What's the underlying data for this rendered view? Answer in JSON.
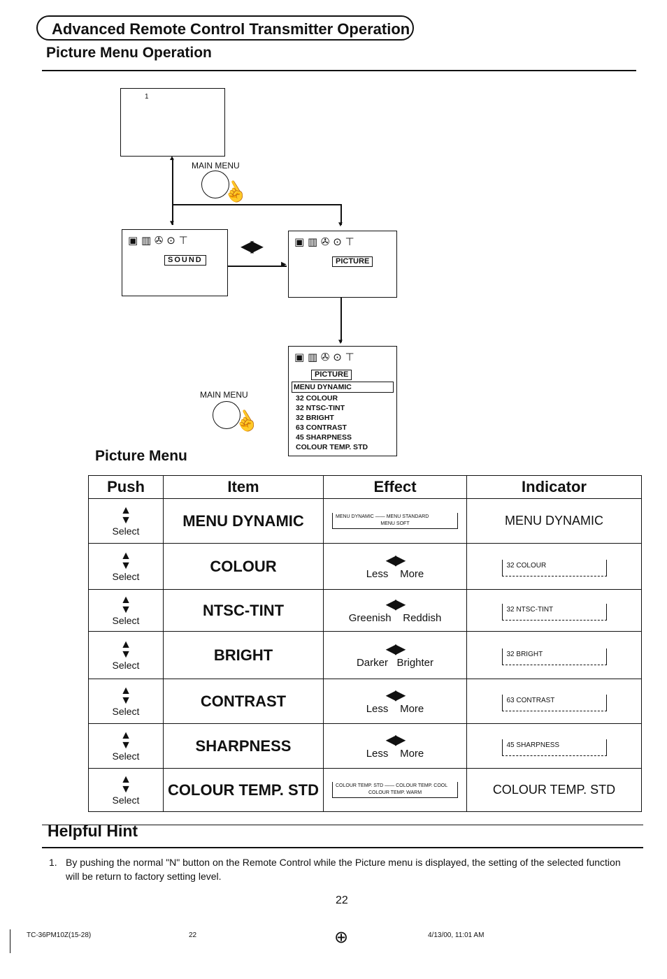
{
  "header": {
    "title": "Advanced Remote Control Transmitter Operation",
    "subtitle": "Picture Menu Operation"
  },
  "diagram": {
    "screen_number": "1",
    "main_menu_label_1": "MAIN MENU",
    "main_menu_label_2": "MAIN MENU",
    "sound_tag": "SOUND",
    "picture_tag_1": "PICTURE",
    "picture_tag_2": "PICTURE",
    "menu_items": [
      "MENU DYNAMIC",
      "32 COLOUR",
      "32 NTSC-TINT",
      "32 BRIGHT",
      "63 CONTRAST",
      "45 SHARPNESS",
      "COLOUR TEMP. STD"
    ]
  },
  "picture_menu": {
    "label": "Picture Menu",
    "headers": {
      "push": "Push",
      "item": "Item",
      "effect": "Effect",
      "indicator": "Indicator"
    },
    "rows": [
      {
        "push": "Select",
        "item": "MENU DYNAMIC",
        "effect_cycle_top": "MENU DYNAMIC —— MENU STANDARD",
        "effect_cycle_bottom": "MENU SOFT",
        "indicator": "MENU DYNAMIC"
      },
      {
        "push": "Select",
        "item": "COLOUR",
        "effect_left": "Less",
        "effect_right": "More",
        "indicator": "32 COLOUR"
      },
      {
        "push": "Select",
        "item": "NTSC-TINT",
        "effect_left": "Greenish",
        "effect_right": "Reddish",
        "indicator": "32 NTSC-TINT"
      },
      {
        "push": "Select",
        "item": "BRIGHT",
        "effect_left": "Darker",
        "effect_right": "Brighter",
        "indicator": "32 BRIGHT"
      },
      {
        "push": "Select",
        "item": "CONTRAST",
        "effect_left": "Less",
        "effect_right": "More",
        "indicator": "63 CONTRAST"
      },
      {
        "push": "Select",
        "item": "SHARPNESS",
        "effect_left": "Less",
        "effect_right": "More",
        "indicator": "45 SHARPNESS"
      },
      {
        "push": "Select",
        "item": "COLOUR TEMP. STD",
        "effect_cycle_top": "COLOUR TEMP. STD —— COLOUR TEMP. COOL",
        "effect_cycle_bottom": "COLOUR TEMP. WARM",
        "indicator": "COLOUR TEMP. STD"
      }
    ]
  },
  "hint": {
    "heading": "Helpful Hint",
    "number": "1.",
    "text": "By pushing the normal \"N\" button on the Remote Control while the Picture menu is displayed, the setting of the selected function will be return to factory setting level."
  },
  "footer": {
    "page_number": "22",
    "doc_code": "TC-36PM10Z(15-28)",
    "page_small": "22",
    "timestamp": "4/13/00, 11:01 AM"
  }
}
